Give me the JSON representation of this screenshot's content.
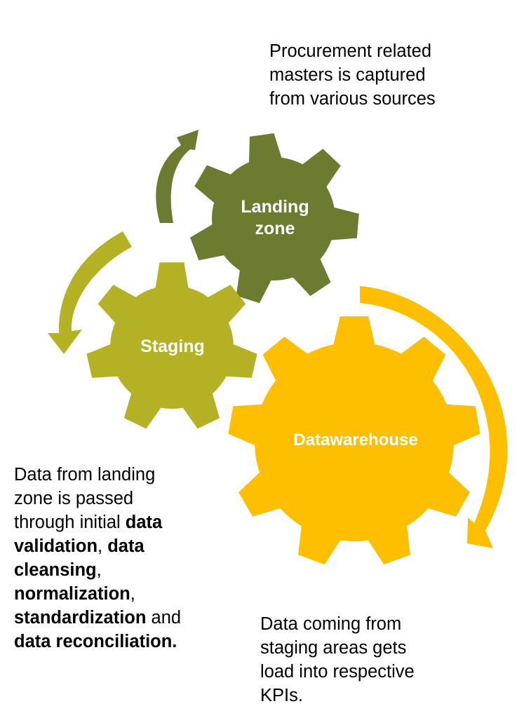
{
  "colors": {
    "landing": "#6b7c30",
    "staging": "#b5b125",
    "datawarehouse": "#fdbf00"
  },
  "gears": {
    "landing": {
      "line1": "Landing",
      "line2": "zone"
    },
    "staging": {
      "label": "Staging"
    },
    "datawarehouse": {
      "label": "Datawarehouse"
    }
  },
  "notes": {
    "landing": {
      "line1": "Procurement related",
      "line2": "masters is captured",
      "line3": "from various sources"
    },
    "staging": {
      "l1": "Data from landing",
      "l2": "zone is passed",
      "l3a": "through initial ",
      "l3b": "data",
      "l4a": "validation",
      "l4b": ", ",
      "l4c": "data",
      "l5a": "cleansing",
      "l5b": ",",
      "l6a": "normalization",
      "l6b": ",",
      "l7a": "standardization",
      "l7b": " and",
      "l8": "data reconciliation."
    },
    "datawarehouse": {
      "line1": "Data coming from",
      "line2": "staging areas gets",
      "line3": "load into respective",
      "line4": "KPIs."
    }
  }
}
